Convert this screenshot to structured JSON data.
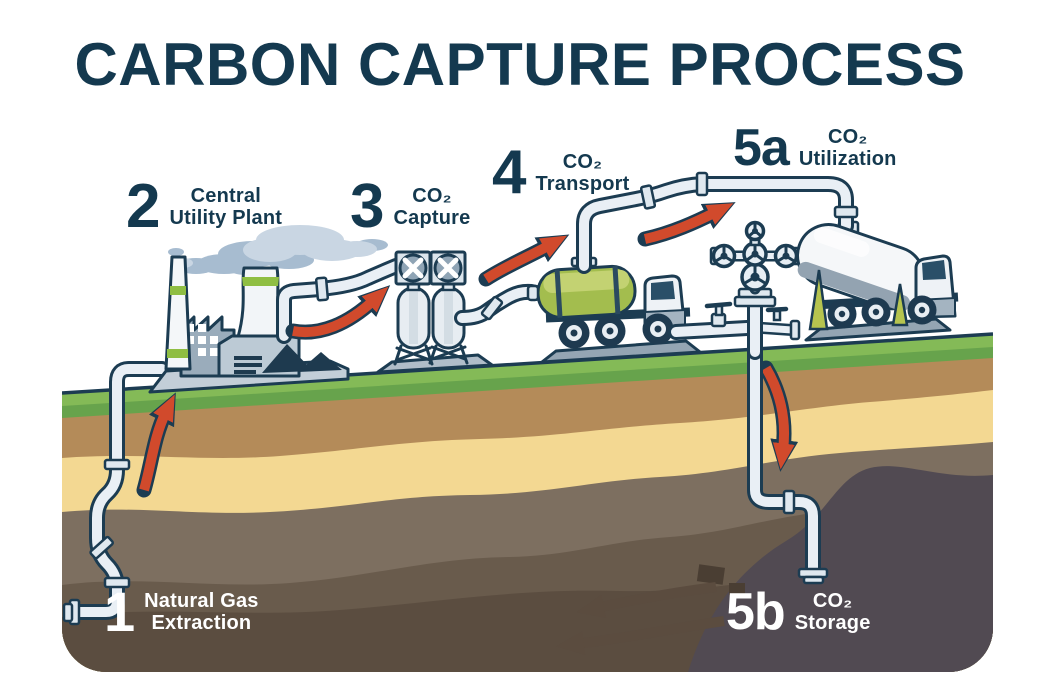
{
  "title": "CARBON CAPTURE PROCESS",
  "steps": {
    "s1": {
      "number": "1",
      "line1": "Natural Gas",
      "line2": "Extraction"
    },
    "s2": {
      "number": "2",
      "line1": "Central",
      "line2": "Utility Plant"
    },
    "s3": {
      "number": "3",
      "line1": "CO₂",
      "line2": "Capture"
    },
    "s4": {
      "number": "4",
      "line1": "CO₂",
      "line2": "Transport"
    },
    "s5a": {
      "number": "5a",
      "line1": "CO₂",
      "line2": "Utilization"
    },
    "s5b": {
      "number": "5b",
      "line1": "CO₂",
      "line2": "Storage"
    }
  },
  "colors": {
    "title_navy": "#14394f",
    "outline_navy": "#1c3c52",
    "arrow_red": "#d14a2c",
    "underground_arrow_brown": "#5b4c3f",
    "grass_green": "#67a34c",
    "grass_light_green": "#84ba57",
    "soil_brown": "#b48b59",
    "sand_yellow": "#f3d892",
    "subsoil_grey": "#7d6f60",
    "deep_brown": "#695b4c",
    "reservoir_dark": "#514a52",
    "tank_green": "#a3bd4e",
    "pipe_light": "#e9eff5",
    "smoke_blue": "#a7bcd0",
    "smoke_light": "#c9d6e3"
  }
}
